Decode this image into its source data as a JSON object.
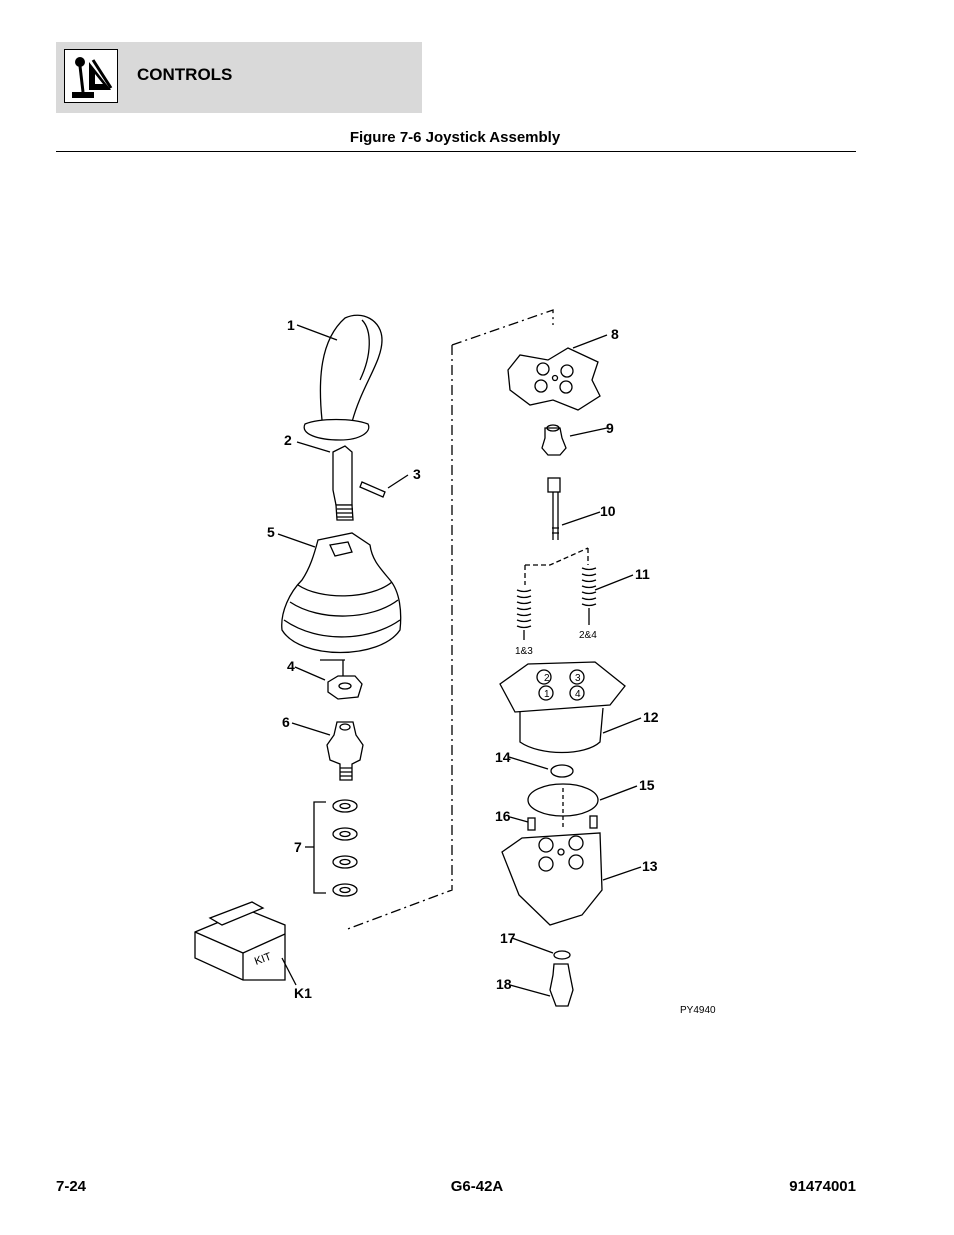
{
  "header": {
    "section": "CONTROLS",
    "logo_icon": "joystick-icon"
  },
  "figure": {
    "title": "Figure 7-6 Joystick Assembly",
    "callouts": {
      "c1": "1",
      "c2": "2",
      "c3": "3",
      "c4": "4",
      "c5": "5",
      "c6": "6",
      "c7": "7",
      "c8": "8",
      "c9": "9",
      "c10": "10",
      "c11": "11",
      "c12": "12",
      "c13": "13",
      "c14": "14",
      "c15": "15",
      "c16": "16",
      "c17": "17",
      "c18": "18",
      "k1": "K1"
    },
    "spring_label_a": "1&3",
    "spring_label_b": "2&4",
    "port_numbers": [
      "1",
      "2",
      "3",
      "4"
    ],
    "kit_label": "KIT",
    "drawing_id": "PY4940"
  },
  "footer": {
    "page": "7-24",
    "model": "G6-42A",
    "part_no": "91474001"
  }
}
